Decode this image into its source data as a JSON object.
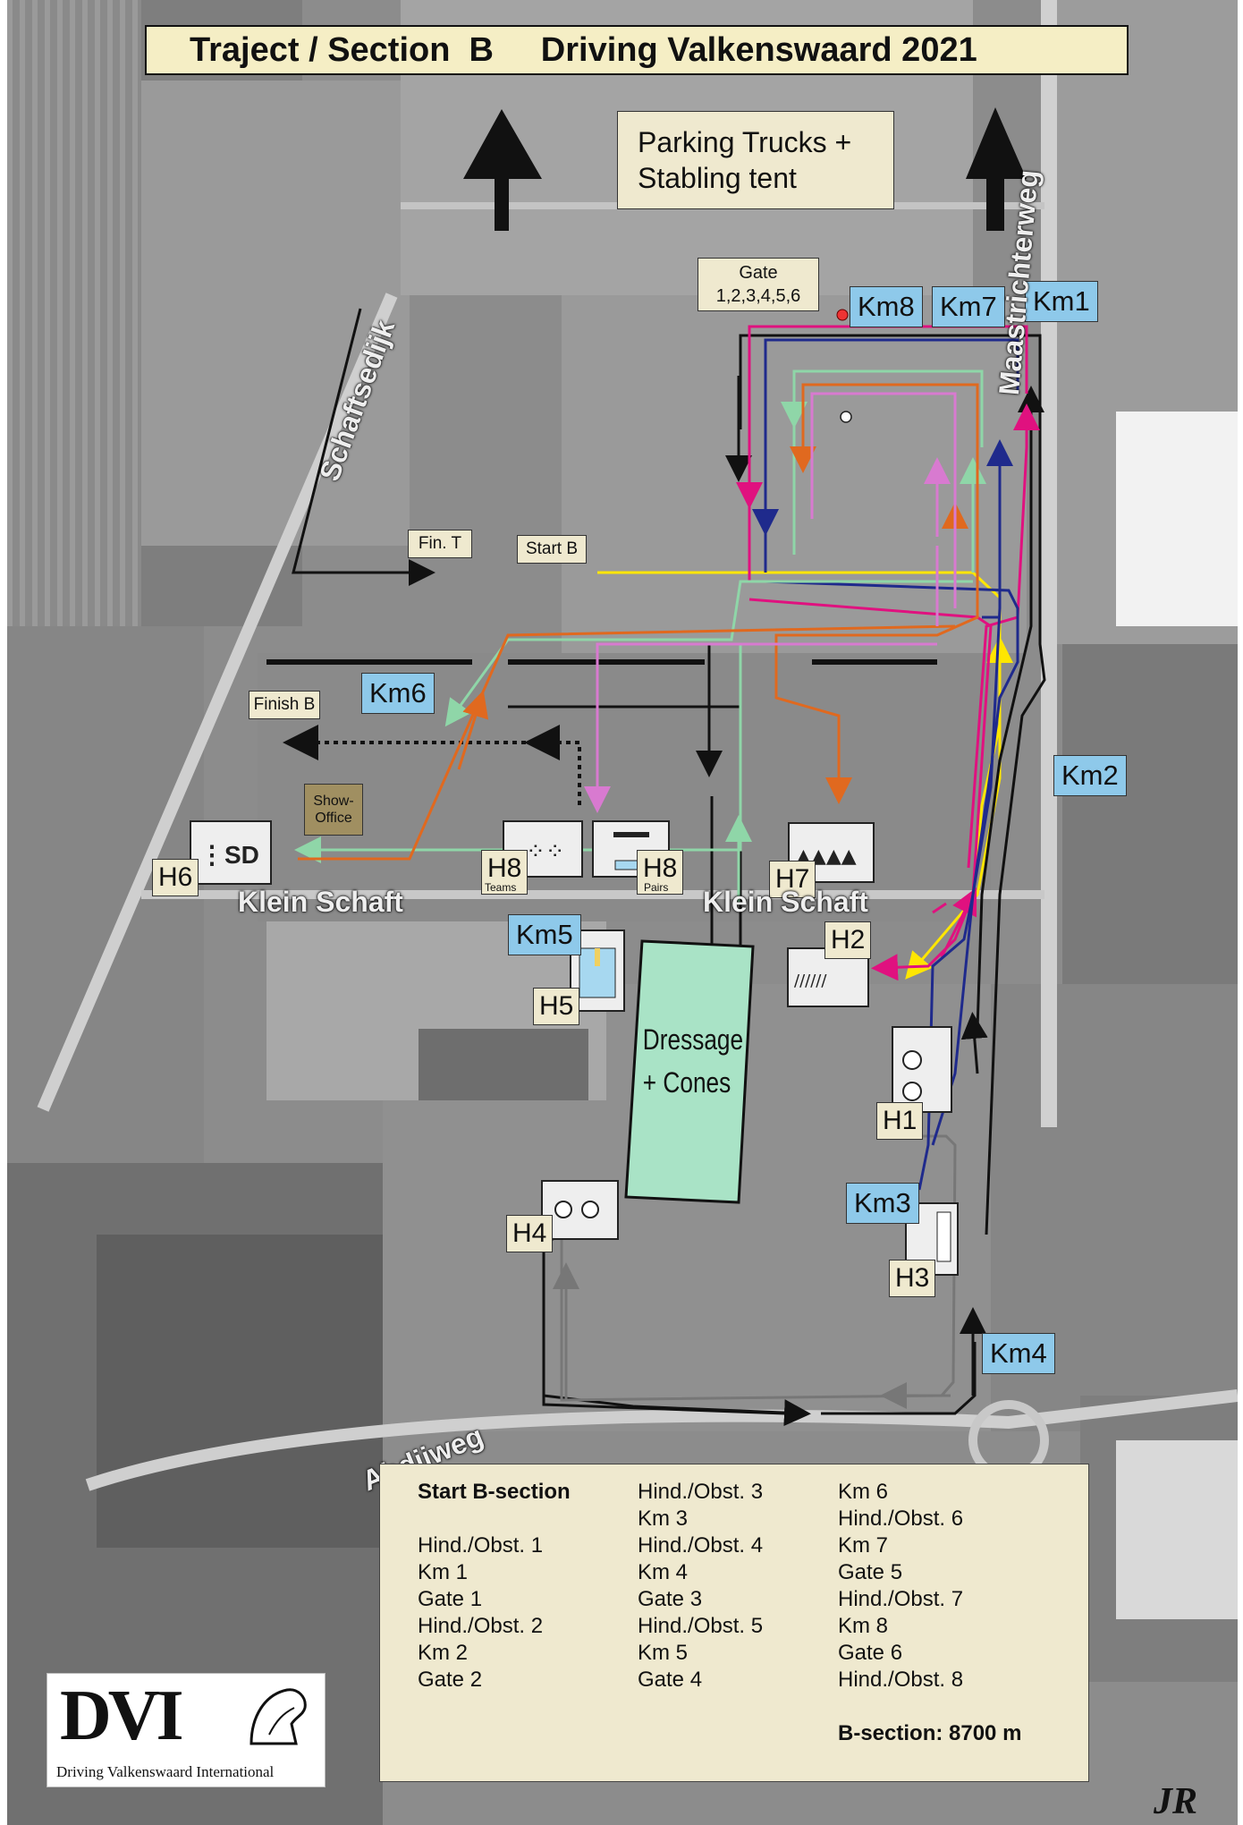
{
  "title": "Traject / Section  B     Driving Valkenswaard 2021",
  "labels": {
    "parking": "Parking Trucks +\nStabling tent",
    "gate": "Gate\n1,2,3,4,5,6",
    "fin_t": "Fin. T",
    "start_b": "Start B",
    "finish_b": "Finish B",
    "show_office": "Show-\nOffice",
    "dressage": "Dressage\n+ Cones"
  },
  "km_markers": [
    "Km1",
    "Km2",
    "Km3",
    "Km4",
    "Km5",
    "Km6",
    "Km7",
    "Km8"
  ],
  "obstacles": {
    "h1": "H1",
    "h2": "H2",
    "h3": "H3",
    "h4": "H4",
    "h5": "H5",
    "h6": "H6",
    "h7": "H7",
    "h8_teams": "H8",
    "h8_teams_sub": "Teams",
    "h8_pairs": "H8",
    "h8_pairs_sub": "Pairs"
  },
  "roads": {
    "maastrichterweg": "Maastrichterweg",
    "schaftsedijk": "Schaftsedijk",
    "klein_schaft_1": "Klein Schaft",
    "klein_schaft_2": "Klein Schaft",
    "abdijweg": "Abdijweg"
  },
  "legend": {
    "col1": [
      "Start B-section",
      "",
      "Hind./Obst. 1",
      "Km 1",
      "Gate 1",
      "Hind./Obst. 2",
      "Km 2",
      "Gate 2"
    ],
    "col2": [
      "Hind./Obst. 3",
      "Km 3",
      "Hind./Obst. 4",
      "Km 4",
      "Gate 3",
      "Hind./Obst. 5",
      "Km 5",
      "Gate 4"
    ],
    "col3": [
      "Km 6",
      "Hind./Obst. 6",
      "Km 7",
      "Gate 5",
      "Hind./Obst. 7",
      "Km 8",
      "Gate 6",
      "Hind./Obst. 8",
      "",
      "B-section: 8700 m"
    ]
  },
  "logo": {
    "letters": "DVI",
    "text": "Driving Valkenswaard International"
  },
  "signature": "JR",
  "colors": {
    "route_black": "#111111",
    "route_magenta": "#e0117f",
    "route_navy": "#1f2a8c",
    "route_green": "#8fd6a8",
    "route_orange": "#e0691f",
    "route_pink": "#d87ad0",
    "route_yellow": "#ffe600",
    "route_gray": "#777777",
    "km_blue": "#8ec9ea",
    "label_beige": "#efe9cf",
    "dressage_green": "#a9e3c6"
  }
}
